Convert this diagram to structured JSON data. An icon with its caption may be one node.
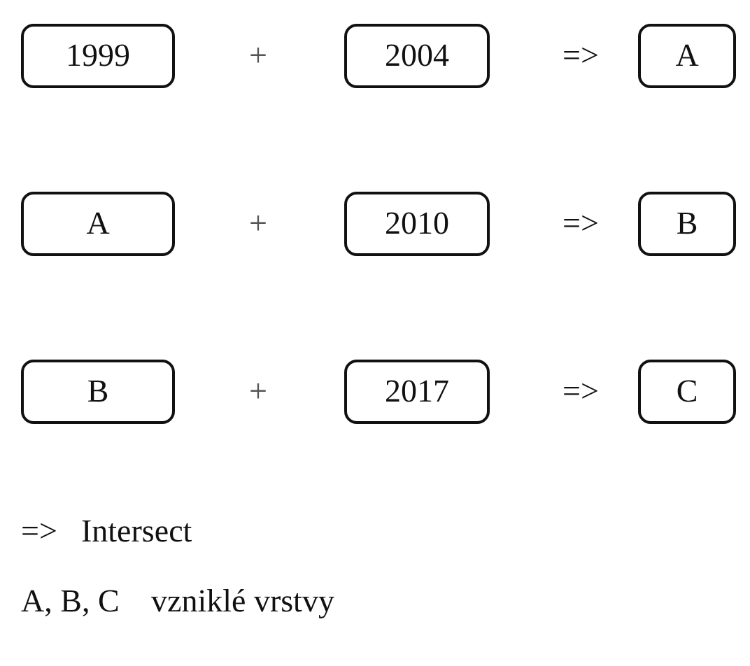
{
  "diagram": {
    "nodes": [
      {
        "text": [
          "1999"
        ]
      },
      {
        "text": [
          "2004"
        ]
      },
      {
        "text": [
          "A"
        ]
      },
      {
        "text": [
          "A"
        ]
      },
      {
        "text": [
          "2010"
        ]
      },
      {
        "text": [
          "B"
        ]
      },
      {
        "text": [
          "B"
        ]
      },
      {
        "text": [
          "2017"
        ]
      },
      {
        "text": [
          "C"
        ]
      }
    ],
    "labels": [
      "+",
      "=>",
      "+",
      "=>",
      "+",
      "=>",
      "=>",
      "Intersect",
      "A, B, C",
      "vzniklé vrstvy"
    ]
  }
}
